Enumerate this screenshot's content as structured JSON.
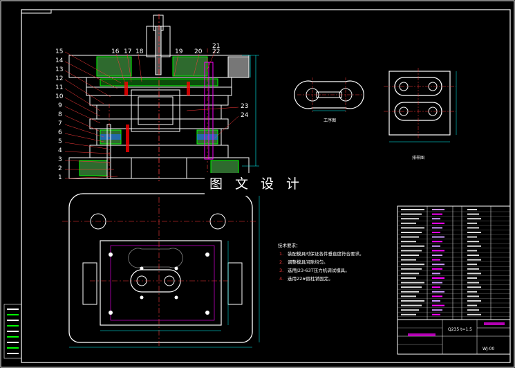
{
  "watermark": "图 文 设 计",
  "part_numbers": [
    "1",
    "2",
    "3",
    "4",
    "5",
    "6",
    "7",
    "8",
    "9",
    "10",
    "11",
    "12",
    "13",
    "14",
    "15",
    "16",
    "17",
    "18",
    "19",
    "20",
    "21",
    "22",
    "23",
    "24"
  ],
  "workpiece_caption": "工序图",
  "layout_caption": "排样图",
  "tech_requirements": {
    "title": "技术要求：",
    "items": [
      {
        "num": "1.",
        "text": "装配模具时保证各件垂直度符合要求。"
      },
      {
        "num": "2.",
        "text": "调整模具间隙均匀。"
      },
      {
        "num": "3.",
        "text": "选用J23-63T压力机调试模具。"
      },
      {
        "num": "4.",
        "text": "选用22#圆柱销固定。"
      }
    ]
  },
  "title_block": {
    "material": "Q235 t=1.5",
    "drawing_no": "WJ-00"
  },
  "colors": {
    "background": "#000000",
    "line": "#ffffff",
    "center_line": "#ff3b3b",
    "section": "#00ff00",
    "accent": "#ff00ff",
    "hatch": "#ffff00",
    "dimension": "#00ffff"
  }
}
